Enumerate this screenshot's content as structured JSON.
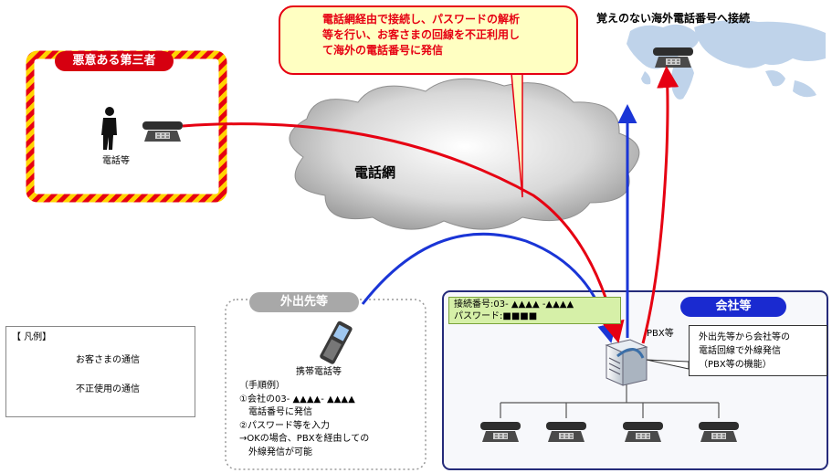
{
  "warning": {
    "lines": [
      "電話網経由で接続し、パスワードの解析",
      "等を行い、お客さまの回線を不正利用し",
      "て海外の電話番号に発信"
    ]
  },
  "world": {
    "label": "覚えのない海外電話番号へ接続"
  },
  "attacker": {
    "title": "悪意ある第三者",
    "device_label": "電話等"
  },
  "network": {
    "label": "電話網"
  },
  "outside": {
    "title": "外出先等",
    "device_label": "携帯電話等",
    "steps": [
      "（手順例）",
      "①会社の03- ▲▲▲▲- ▲▲▲▲",
      "　電話番号に発信",
      "②パスワード等を入力",
      "→OKの場合、PBXを経由しての",
      "　外線発信が可能"
    ]
  },
  "company": {
    "title": "会社等",
    "access_number": "接続番号:03- ▲▲▲▲ -▲▲▲▲",
    "password": "パスワード:■■■■",
    "pbx_label": "PBX等",
    "note_lines": [
      "外出先等から会社等の",
      "電話回線で外線発信",
      "（PBX等の機能）"
    ]
  },
  "legend": {
    "title": "【 凡例】",
    "items": [
      {
        "label": "お客さまの通信",
        "color": "#1a35d6"
      },
      {
        "label": "不正使用の通信",
        "color": "#e60012"
      }
    ]
  },
  "colors": {
    "legit": "#1a35d6",
    "fraud": "#e60012",
    "company_pill": "#1a2ad0",
    "attacker_pill": "#d60010"
  }
}
